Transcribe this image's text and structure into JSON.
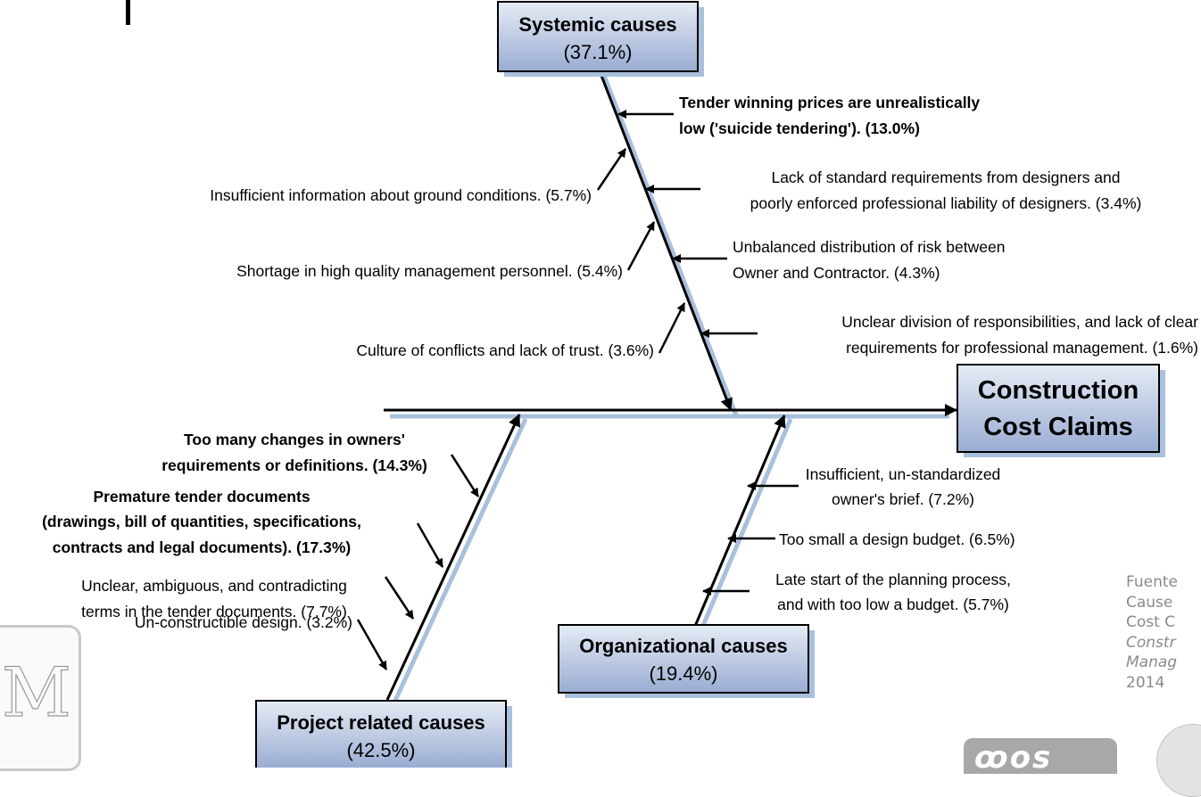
{
  "effect": {
    "line1": "Construction",
    "line2": "Cost Claims"
  },
  "categories": {
    "systemic": {
      "title": "Systemic causes",
      "pct": "(37.1%)"
    },
    "organizational": {
      "title": "Organizational causes",
      "pct": "(19.4%)"
    },
    "project": {
      "title": "Project related causes",
      "pct": "(42.5%)"
    }
  },
  "systemic_causes": {
    "c1": {
      "line1": "Tender winning prices are unrealistically",
      "line2": "low ('suicide tendering'). (13.0%)"
    },
    "c2": {
      "line1": "Insufficient information about ground conditions. (5.7%)"
    },
    "c3": {
      "line1": "Lack of standard requirements from designers and",
      "line2": "poorly enforced professional liability of  designers. (3.4%)"
    },
    "c4": {
      "line1": "Shortage in high quality management personnel. (5.4%)"
    },
    "c5": {
      "line1": "Unbalanced distribution of risk between",
      "line2": "Owner and Contractor. (4.3%)"
    },
    "c6": {
      "line1": "Culture of conflicts and lack of trust. (3.6%)"
    },
    "c7": {
      "line1": "Unclear division of responsibilities, and lack of clear",
      "line2": "requirements for professional management. (1.6%)"
    }
  },
  "project_causes": {
    "c1": {
      "line1": "Too many changes in owners'",
      "line2": "requirements or definitions. (14.3%)"
    },
    "c2": {
      "line1": "Premature tender documents",
      "line2": "(drawings, bill of quantities, specifications,",
      "line3": "contracts and legal documents). (17.3%)"
    },
    "c3": {
      "line1": "Unclear, ambiguous, and contradicting",
      "line2": "terms in the tender documents. (7.7%)"
    },
    "c4": {
      "line1": "Un-constructible design. (3.2%)"
    }
  },
  "organizational_causes": {
    "c1": {
      "line1": "Insufficient, un-standardized",
      "line2": "owner's brief. (7.2%)"
    },
    "c2": {
      "line1": "Too small a design budget. (6.5%)"
    },
    "c3": {
      "line1": "Late start of the planning process,",
      "line2": "and with too low a budget.  (5.7%)"
    }
  },
  "source": {
    "line1": "Fuente",
    "line2": "Cause",
    "line3": "Cost C",
    "line4": "Constr",
    "line5": "Manag",
    "line6": "2014"
  },
  "logos": {
    "left_letter": "M",
    "bottom_text": "ꝏos",
    "left_icon": "m-logo-icon",
    "right_icon": "globe-logo-icon"
  },
  "colors": {
    "box_fill_top": "#e6ecf6",
    "box_fill_bottom": "#99acd2",
    "shadow": "#a9c0dc",
    "line": "#000000",
    "text_gray": "#8a8a8a"
  }
}
